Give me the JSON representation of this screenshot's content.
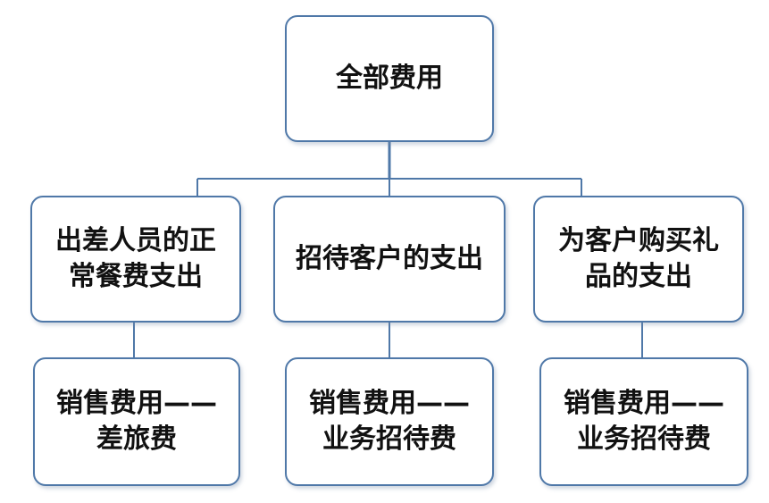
{
  "diagram": {
    "root": {
      "label": "全部费用"
    },
    "branches": [
      {
        "category": "出差人员的正\n常餐费支出",
        "account": "销售费用——\n差旅费"
      },
      {
        "category": "招待客户的支出",
        "account": "销售费用——\n业务招待费"
      },
      {
        "category": "为客户购买礼\n品的支出",
        "account": "销售费用——\n业务招待费"
      }
    ],
    "colors": {
      "border": "#4f78a8",
      "connector": "#4f78a8",
      "text": "#111111",
      "background": "#ffffff"
    }
  }
}
